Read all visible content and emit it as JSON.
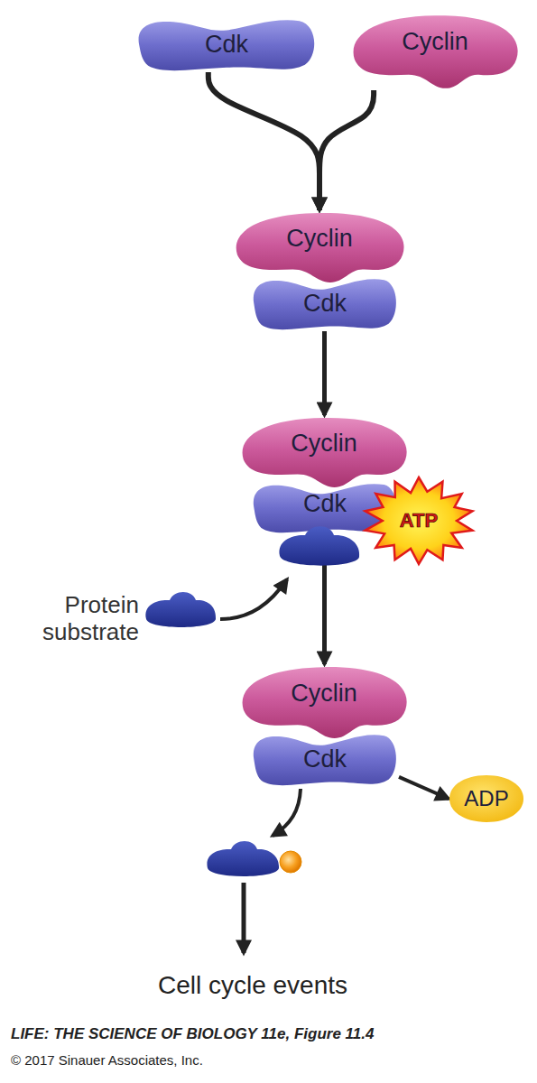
{
  "diagram": {
    "caption": "LIFE: THE SCIENCE OF BIOLOGY 11e, Figure 11.4",
    "nodes": [
      {
        "text": [
          "Cdk"
        ]
      },
      {
        "text": [
          "Cyclin"
        ]
      },
      {
        "text": [
          "Cyclin"
        ]
      },
      {
        "text": [
          "Cdk"
        ]
      },
      {
        "text": [
          "Cyclin"
        ]
      },
      {
        "text": [
          "Cdk"
        ]
      },
      {
        "text": [
          "ATP"
        ]
      },
      {
        "text": [
          "Cyclin"
        ]
      },
      {
        "text": [
          "Cdk"
        ]
      },
      {
        "text": [
          "ADP"
        ]
      }
    ],
    "edges": [
      {
        "from": 0,
        "to": 2,
        "arrow": "to"
      },
      {
        "from": 1,
        "to": 2,
        "arrow": "to"
      },
      {
        "from": 3,
        "to": 4,
        "arrow": "to"
      },
      {
        "from": 5,
        "to": 7,
        "arrow": "to"
      },
      {
        "from": 8,
        "to": 9,
        "arrow": "to"
      }
    ],
    "labels": [
      "Protein substrate",
      "Cell cycle events",
      "© 2017 Sinauer Associates, Inc."
    ]
  }
}
